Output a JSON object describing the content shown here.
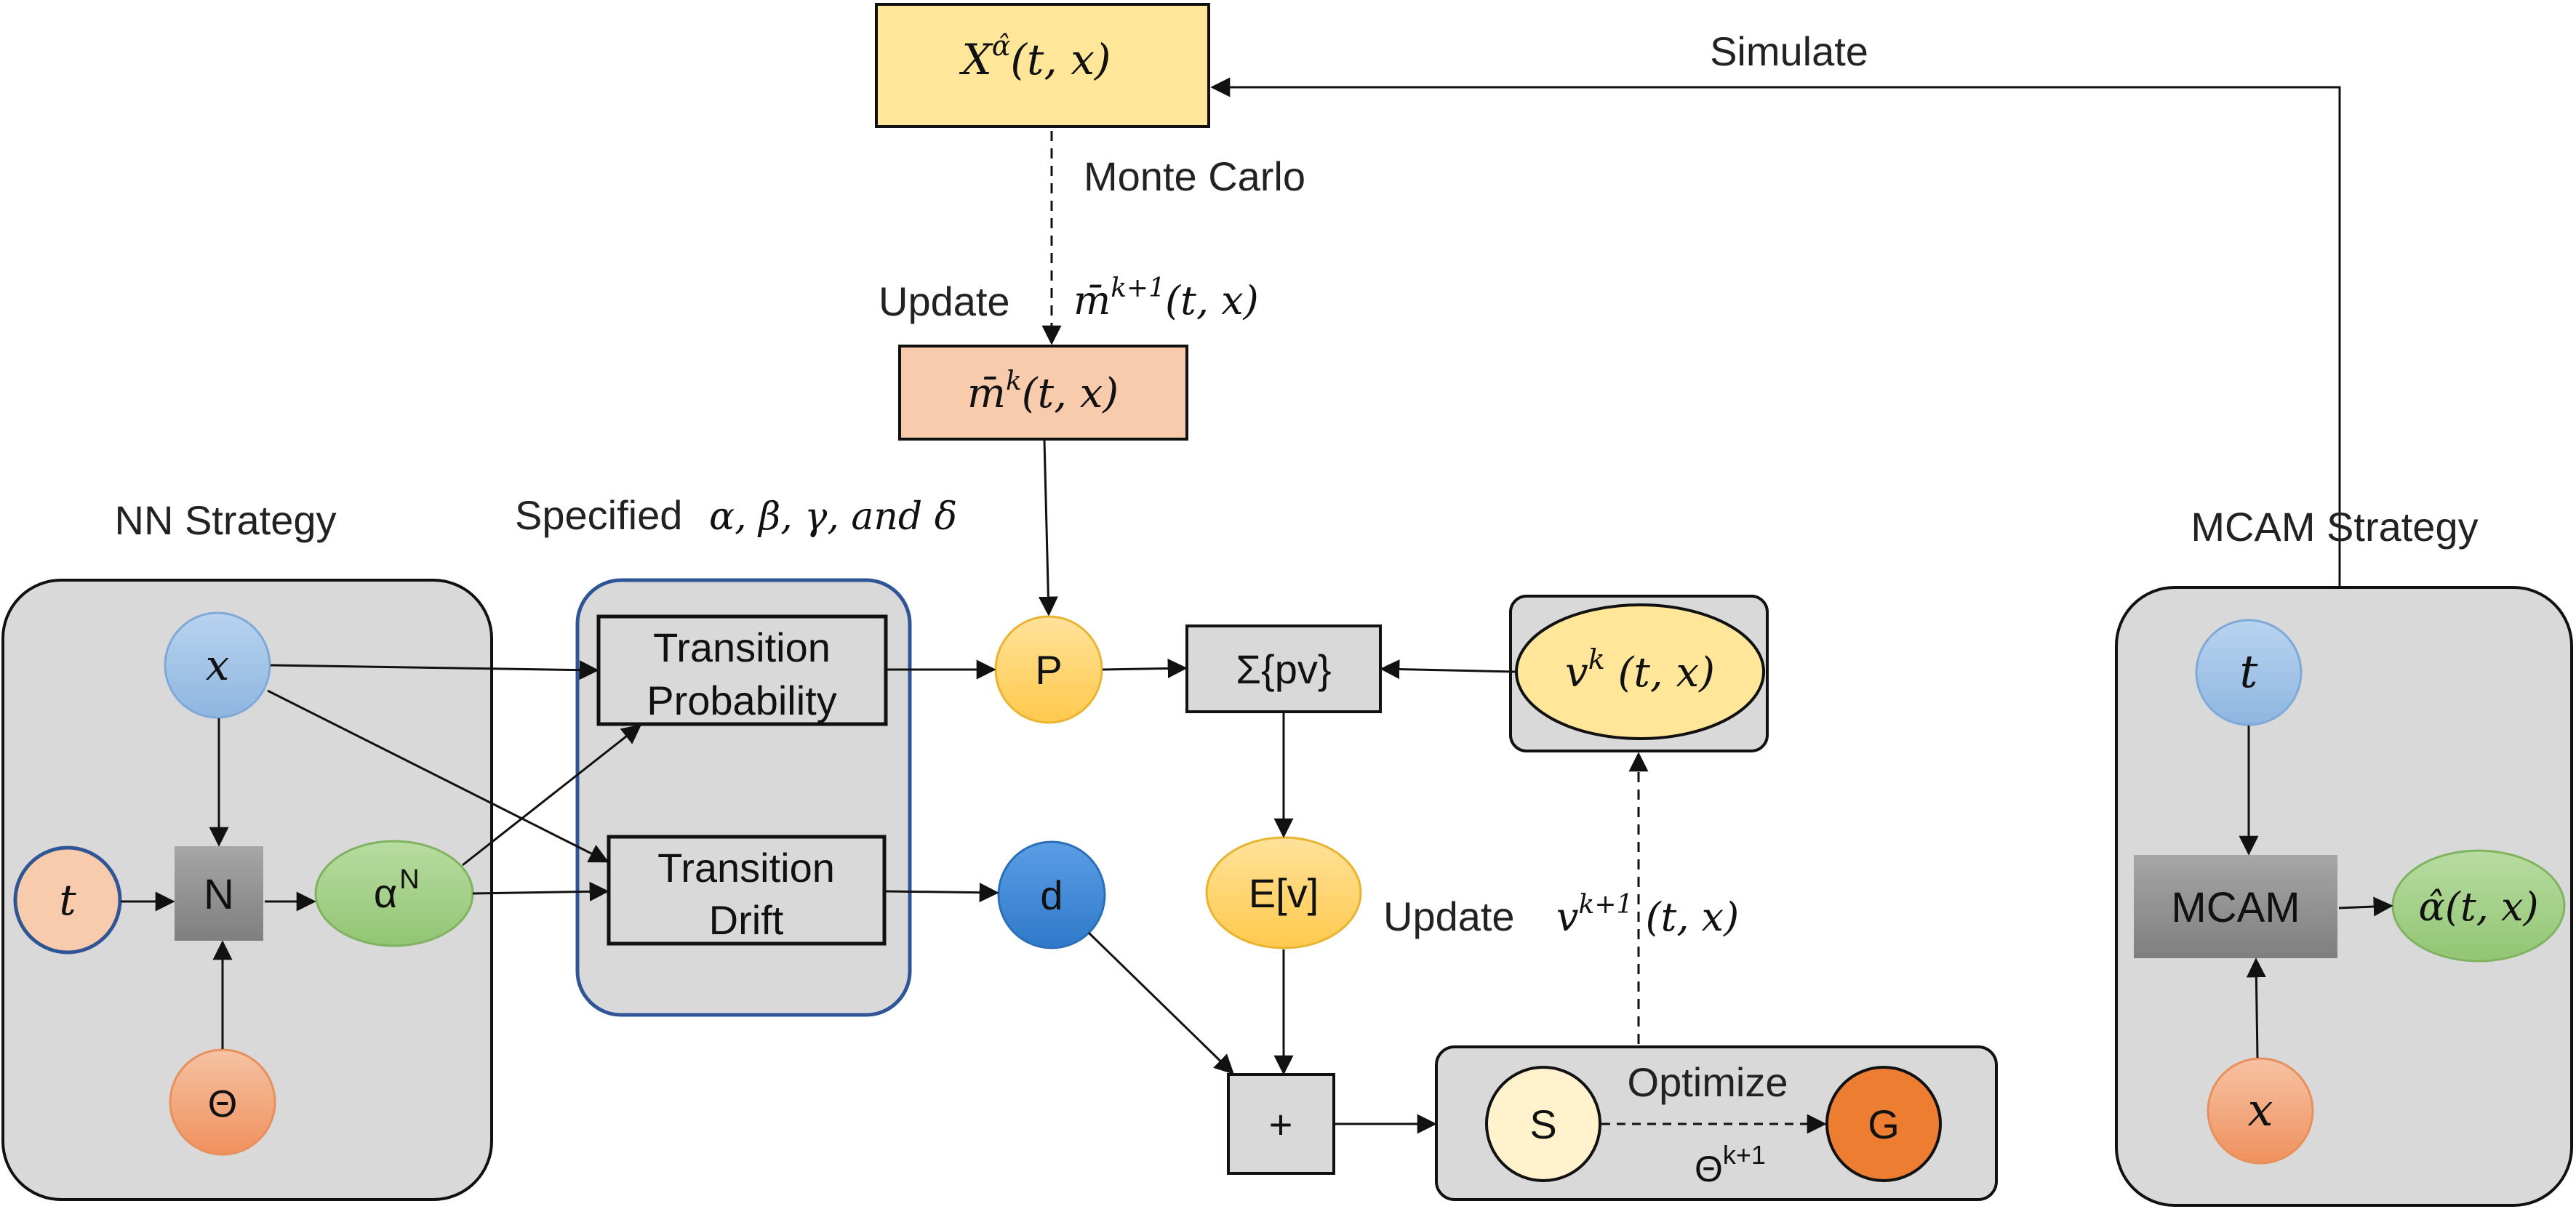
{
  "labels": {
    "simulate": "Simulate",
    "monte_carlo": "Monte Carlo",
    "update_m": "Update",
    "update_v": "Update",
    "nn_strategy": "NN Strategy",
    "specified": "Specified",
    "specified_params": "α, β, γ, and δ",
    "mcam_strategy": "MCAM Strategy",
    "optimize": "Optimize"
  },
  "nodes": {
    "x_alpha_hat": "X^α̂(t, x)",
    "m_bar_next": "m̄^{k+1}(t, x)",
    "m_bar_k": "m̄^k(t, x)",
    "transition_probability_line1": "Transition",
    "transition_probability_line2": "Probability",
    "transition_drift_line1": "Transition",
    "transition_drift_line2": "Drift",
    "P": "P",
    "d": "d",
    "sum_pv": "Σ{pv}",
    "expect_v": "E[v]",
    "v_k": "v^k (t, x)",
    "v_next": "v^{k+1} (t, x)",
    "plus": "+",
    "S": "S",
    "G": "G",
    "theta_next": "Θ^{k+1}",
    "nn_x": "x",
    "nn_t": "t",
    "nn_N": "N",
    "nn_alpha": "α^N",
    "nn_theta": "Θ",
    "mcam_t": "t",
    "mcam_box": "MCAM",
    "mcam_alpha_hat": "α̂(t, x)",
    "mcam_x": "x"
  },
  "colors": {
    "yellow_box": "#ffe699",
    "salmon_box": "#f8cbad",
    "gray_panel": "#d9d9d9",
    "blue_node": "#9dc3e6",
    "orange_light": "#f4b183",
    "green_node": "#a9d18e",
    "yellow_node": "#ffd966",
    "dark_blue": "#4a90d9",
    "dark_orange": "#ed7d31",
    "cream": "#fff2cc",
    "panel_border_blue": "#2f5597"
  }
}
